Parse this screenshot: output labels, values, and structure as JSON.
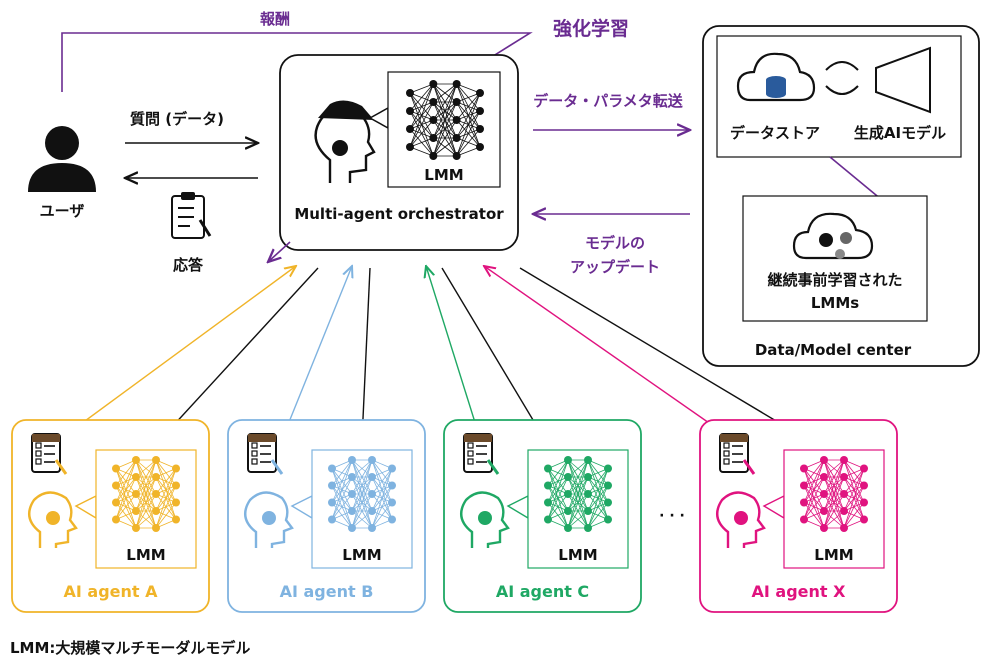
{
  "labels": {
    "reward": "報酬",
    "reinforcement": "強化学習",
    "question": "質問 (データ)",
    "user": "ユーザ",
    "response": "応答",
    "data_param_transfer": "データ・パラメタ転送",
    "model_update_line1": "モデルの",
    "model_update_line2": "アップデート",
    "ellipsis": "· · ·",
    "footnote": "LMM:大規模マルチモーダルモデル"
  },
  "orchestrator": {
    "title": "Multi-agent orchestrator",
    "lmm": "LMM"
  },
  "data_center": {
    "title": "Data/Model center",
    "datastore": "データストア",
    "genai": "生成AIモデル",
    "pretrained_line1": "継続事前学習された",
    "pretrained_line2": "LMMs"
  },
  "agents": [
    {
      "name": "AI agent A",
      "lmm": "LMM",
      "color": "#f0b429"
    },
    {
      "name": "AI agent B",
      "lmm": "LMM",
      "color": "#7fb3e0"
    },
    {
      "name": "AI agent C",
      "lmm": "LMM",
      "color": "#1fa864"
    },
    {
      "name": "AI agent X",
      "lmm": "LMM",
      "color": "#e0137f"
    }
  ],
  "colors": {
    "purple": "#6a2c91",
    "black": "#111111"
  }
}
